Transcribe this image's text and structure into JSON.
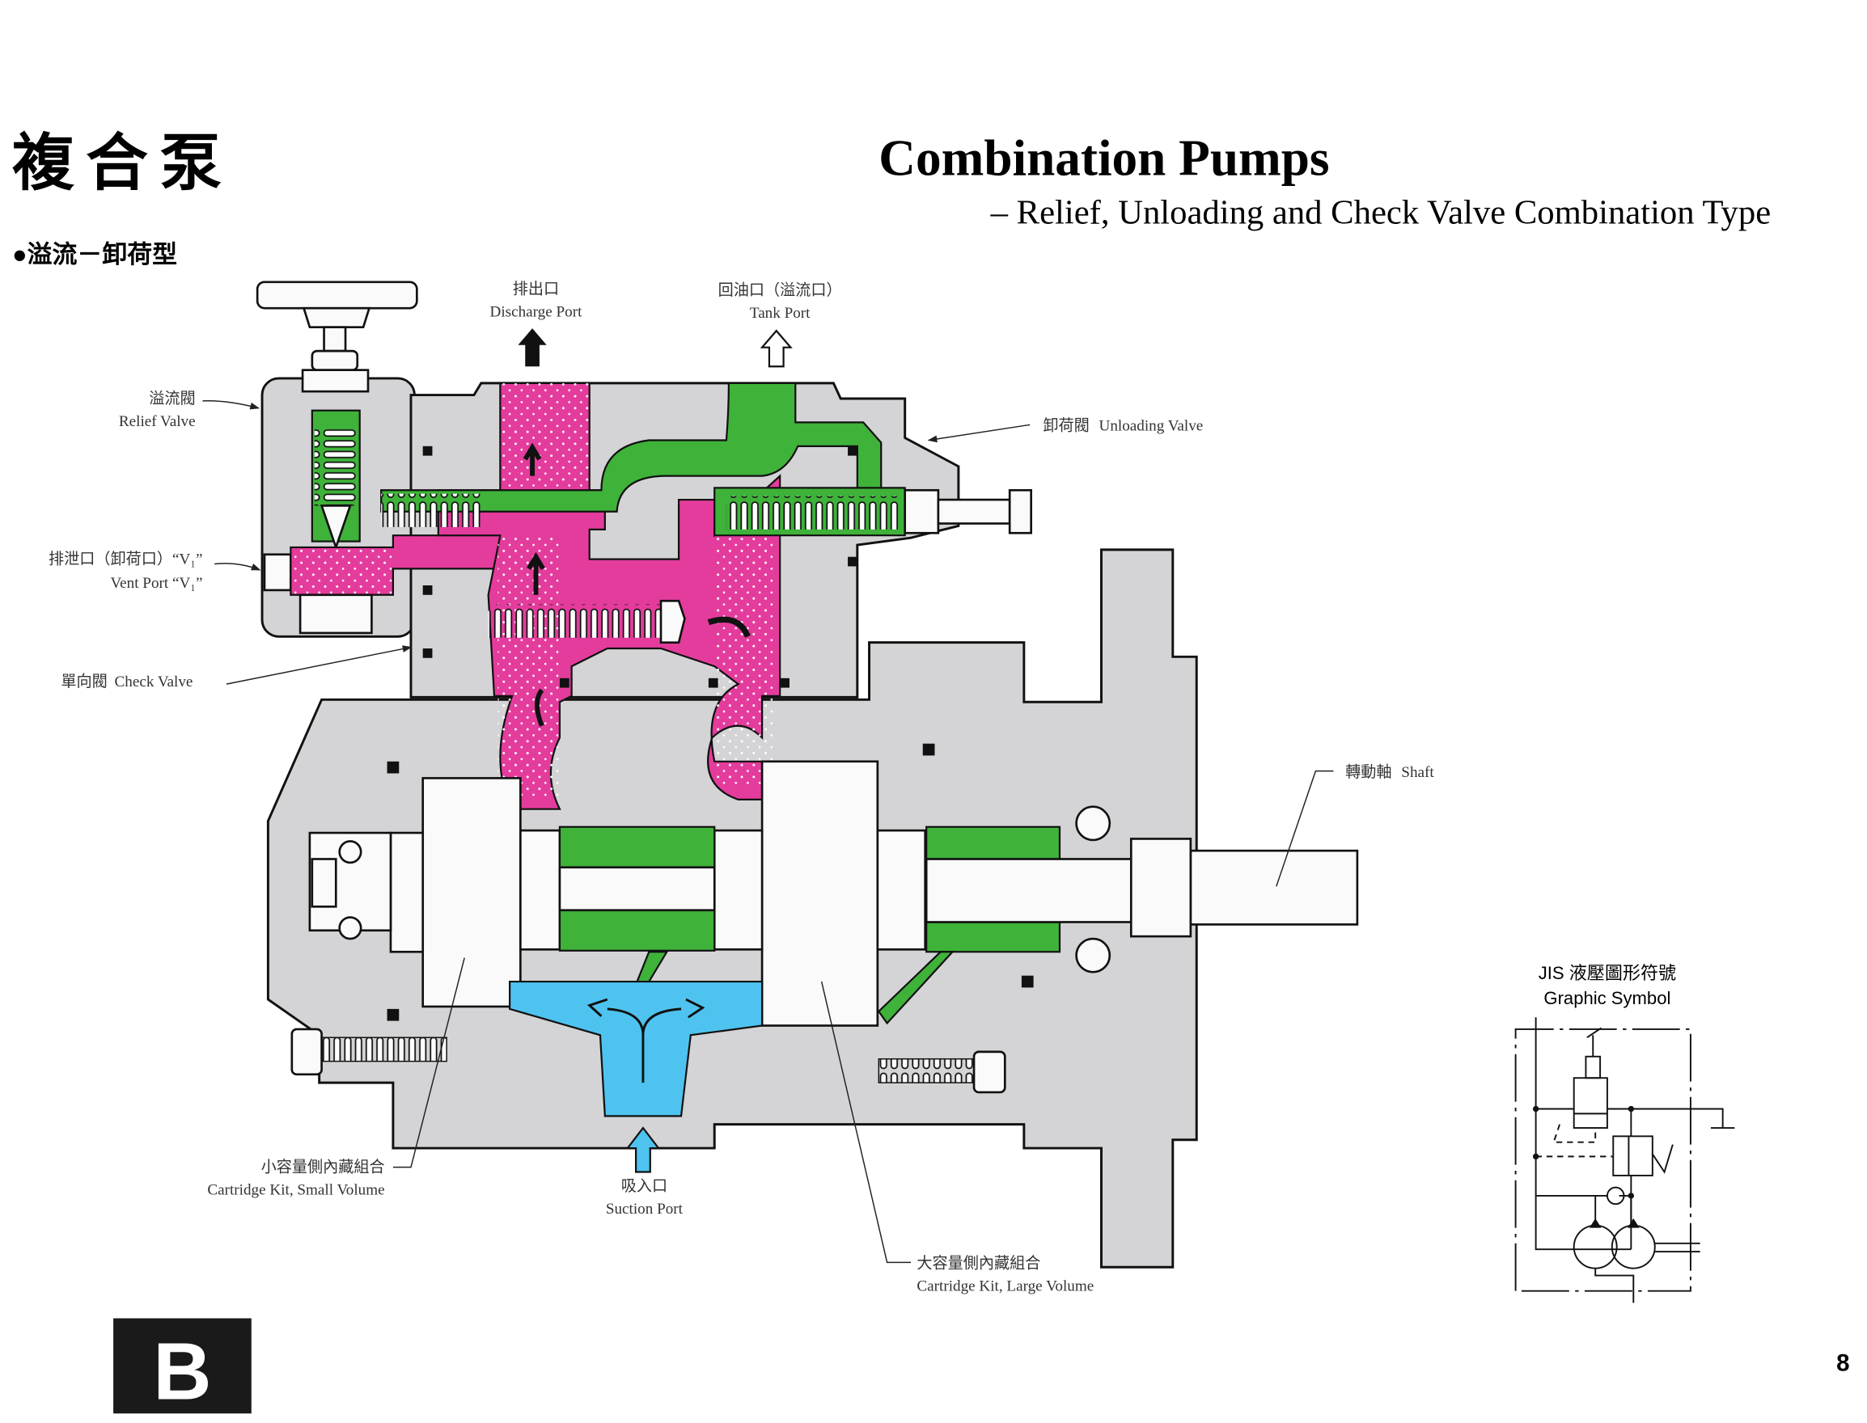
{
  "header": {
    "title_zh": "複合泵",
    "title_en": "Combination Pumps",
    "subtitle_en": "– Relief, Unloading and Check Valve Combination Type",
    "section_label": "●溢流－卸荷型"
  },
  "labels": {
    "discharge_port": {
      "zh": "排出口",
      "en": "Discharge Port"
    },
    "tank_port": {
      "zh": "回油口（溢流口）",
      "en": "Tank Port"
    },
    "relief_valve": {
      "zh": "溢流閥",
      "en": "Relief Valve"
    },
    "unloading_valve": {
      "zh": "卸荷閥",
      "en": "Unloading Valve"
    },
    "vent_port": {
      "zh": "排泄口（卸荷口）“V₁”",
      "en": "Vent Port “V₁”"
    },
    "check_valve": {
      "zh": "單向閥",
      "en": "Check Valve"
    },
    "shaft": {
      "zh": "轉動軸",
      "en": "Shaft"
    },
    "cartridge_small": {
      "zh": "小容量側內藏組合",
      "en": "Cartridge Kit, Small Volume"
    },
    "suction_port": {
      "zh": "吸入口",
      "en": "Suction Port"
    },
    "cartridge_large": {
      "zh": "大容量側內藏組合",
      "en": "Cartridge Kit, Large Volume"
    }
  },
  "symbol": {
    "title_zh": "JIS 液壓圖形符號",
    "title_en": "Graphic Symbol"
  },
  "footer": {
    "section_letter": "B",
    "page_number": "8"
  },
  "colors": {
    "pressure": "#e43c9c",
    "return": "#3fb23a",
    "suction": "#4fc3f0",
    "body": "#d4d4d6"
  }
}
